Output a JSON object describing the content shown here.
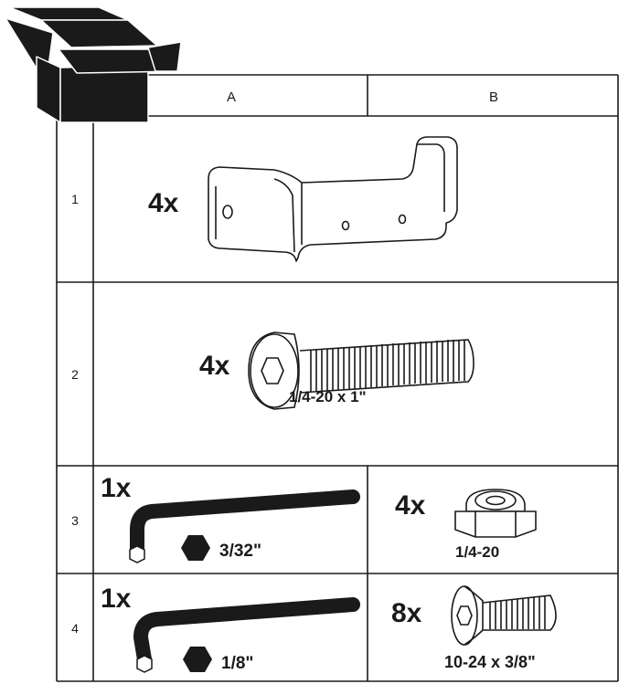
{
  "columns": [
    "A",
    "B"
  ],
  "rows": [
    "1",
    "2",
    "3",
    "4"
  ],
  "parts": {
    "bracket": {
      "qty": "4x"
    },
    "button_bolt": {
      "qty": "4x",
      "size": "1/4-20 x 1\""
    },
    "hex_key_small": {
      "qty": "1x",
      "size": "3/32\""
    },
    "lock_nut": {
      "qty": "4x",
      "size": "1/4-20"
    },
    "hex_key_large": {
      "qty": "1x",
      "size": "1/8\""
    },
    "flat_screw": {
      "qty": "8x",
      "size": "10-24 x 3/8\""
    }
  },
  "colors": {
    "ink": "#1a1a1a",
    "paper": "#ffffff"
  }
}
